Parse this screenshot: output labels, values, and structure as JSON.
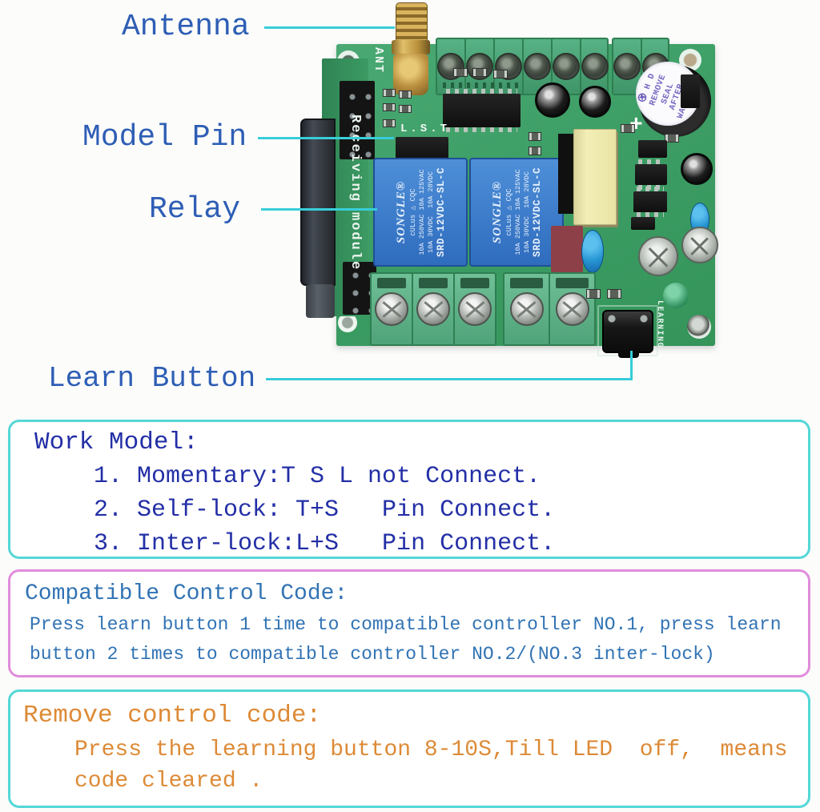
{
  "colors": {
    "callout_text": "#2e5eb5",
    "pointer_line": "#38cdd9",
    "box_cyan_border": "#55d7d7",
    "box_pink_border": "#e18ddb",
    "work_text": "#232fa6",
    "compat_text": "#3173b4",
    "remove_text": "#dd8a36",
    "pcb_green": "#3d9e66",
    "relay_blue": "#3c7fd0"
  },
  "callouts": {
    "antenna": "Antenna",
    "model_pin": "Model Pin",
    "relay": "Relay",
    "learn_button": "Learn Button"
  },
  "pcb": {
    "ant_label": "ANT",
    "module_label": "Receiving module",
    "mode_pins_label": "L.S.T",
    "learning_label": "LEARNING",
    "plus_label": "+",
    "buzzer_cross": "⊕",
    "buzzer_lines": [
      "T H D",
      "REMOVE",
      "SEAL",
      "AFTER",
      "WASHING"
    ],
    "relays": [
      {
        "brand": "SONGLE®",
        "cert": "cULus △ CQC",
        "ratings1": "10A 250VAC 10A 125VAC",
        "ratings2": "10A 30VDC  10A 28VDC",
        "model": "SRD-12VDC-SL-C"
      },
      {
        "brand": "SONGLE®",
        "cert": "cULus △ CQC",
        "ratings1": "10A 250VAC 10A 125VAC",
        "ratings2": "10A 30VDC  10A 28VDC",
        "model": "SRD-12VDC-SL-C"
      }
    ]
  },
  "boxes": {
    "work_model": {
      "title": "Work Model:",
      "items": [
        "1. Momentary:T S L not Connect.",
        "2. Self-lock: T+S   Pin Connect.",
        "3. Inter-lock:L+S   Pin Connect."
      ]
    },
    "compatible": {
      "title": "Compatible Control Code:",
      "lines": [
        "Press learn button 1 time to compatible controller NO.1, press learn",
        "button 2 times to compatible controller NO.2/(NO.3 inter-lock)"
      ]
    },
    "remove": {
      "title": "Remove control code:",
      "lines": [
        "Press the learning button 8-10S,Till LED  off,  means",
        "code cleared ."
      ]
    }
  }
}
